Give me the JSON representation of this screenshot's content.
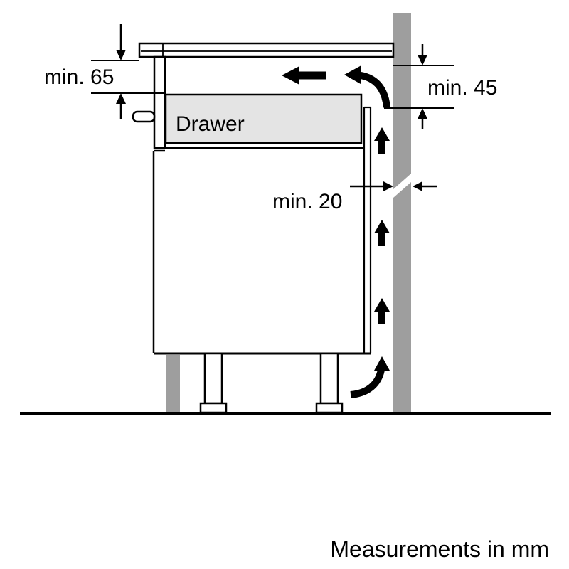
{
  "diagram": {
    "dimensions": {
      "top_left": "min. 65",
      "right": "min. 45",
      "rear_gap": "min. 20"
    },
    "drawer_label": "Drawer",
    "footer": "Measurements in mm",
    "colors": {
      "wall": "#9e9e9e",
      "drawer_fill": "#e4e4e4",
      "plinth": "#9e9e9e",
      "line": "#000000",
      "background": "#ffffff"
    }
  }
}
